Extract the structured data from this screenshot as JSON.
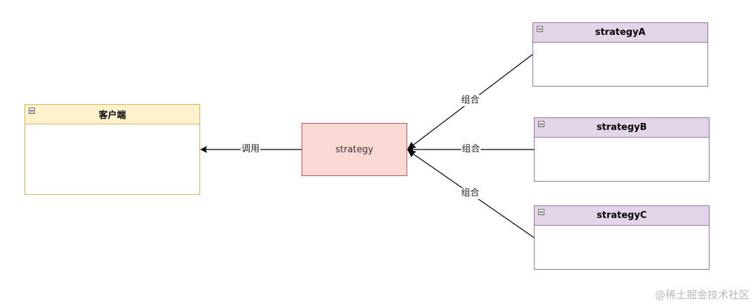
{
  "nodes": {
    "client": {
      "title": "客户端"
    },
    "strategy": {
      "label": "strategy"
    },
    "strategyA": {
      "title": "strategyA"
    },
    "strategyB": {
      "title": "strategyB"
    },
    "strategyC": {
      "title": "strategyC"
    }
  },
  "edges": {
    "call": {
      "label": "调用"
    },
    "compose_a": {
      "label": "组合"
    },
    "compose_b": {
      "label": "组合"
    },
    "compose_c": {
      "label": "组合"
    }
  },
  "watermark": {
    "text": "@稀土掘金技术社区"
  },
  "colors": {
    "client_fill": "#fff2cc",
    "client_stroke": "#d6b656",
    "strategy_fill": "#fad9d5",
    "strategy_stroke": "#b85450",
    "impl_fill": "#e1d5e7",
    "impl_stroke": "#9673a6"
  }
}
